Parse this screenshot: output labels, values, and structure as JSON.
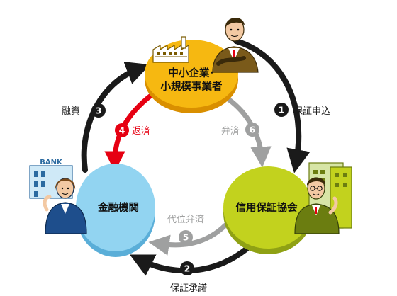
{
  "nodes": {
    "sme": {
      "line1": "中小企業･",
      "line2": "小規模事業者",
      "color": "#f6b811",
      "side_color": "#d98f00"
    },
    "bank": {
      "label": "金融機関",
      "color": "#92d4f1",
      "side_color": "#5aaed8"
    },
    "guarantee": {
      "label": "信用保証協会",
      "color": "#c2d21e",
      "side_color": "#8fa114"
    }
  },
  "steps": [
    {
      "number": "1",
      "label": "保証申込",
      "color": "#1a1a1a"
    },
    {
      "number": "2",
      "label": "保証承諾",
      "color": "#1a1a1a"
    },
    {
      "number": "3",
      "label": "融資",
      "color": "#1a1a1a"
    },
    {
      "number": "4",
      "label": "返済",
      "color": "#e60012"
    },
    {
      "number": "5",
      "label": "代位弁済",
      "color": "#9fa0a0"
    },
    {
      "number": "6",
      "label": "弁済",
      "color": "#9fa0a0"
    }
  ],
  "bank_sign": "BANK",
  "icons": [
    "factory-icon",
    "businessman-icon",
    "bank-building-icon",
    "bank-clerk-icon",
    "office-building-icon",
    "guarantee-staff-icon"
  ]
}
